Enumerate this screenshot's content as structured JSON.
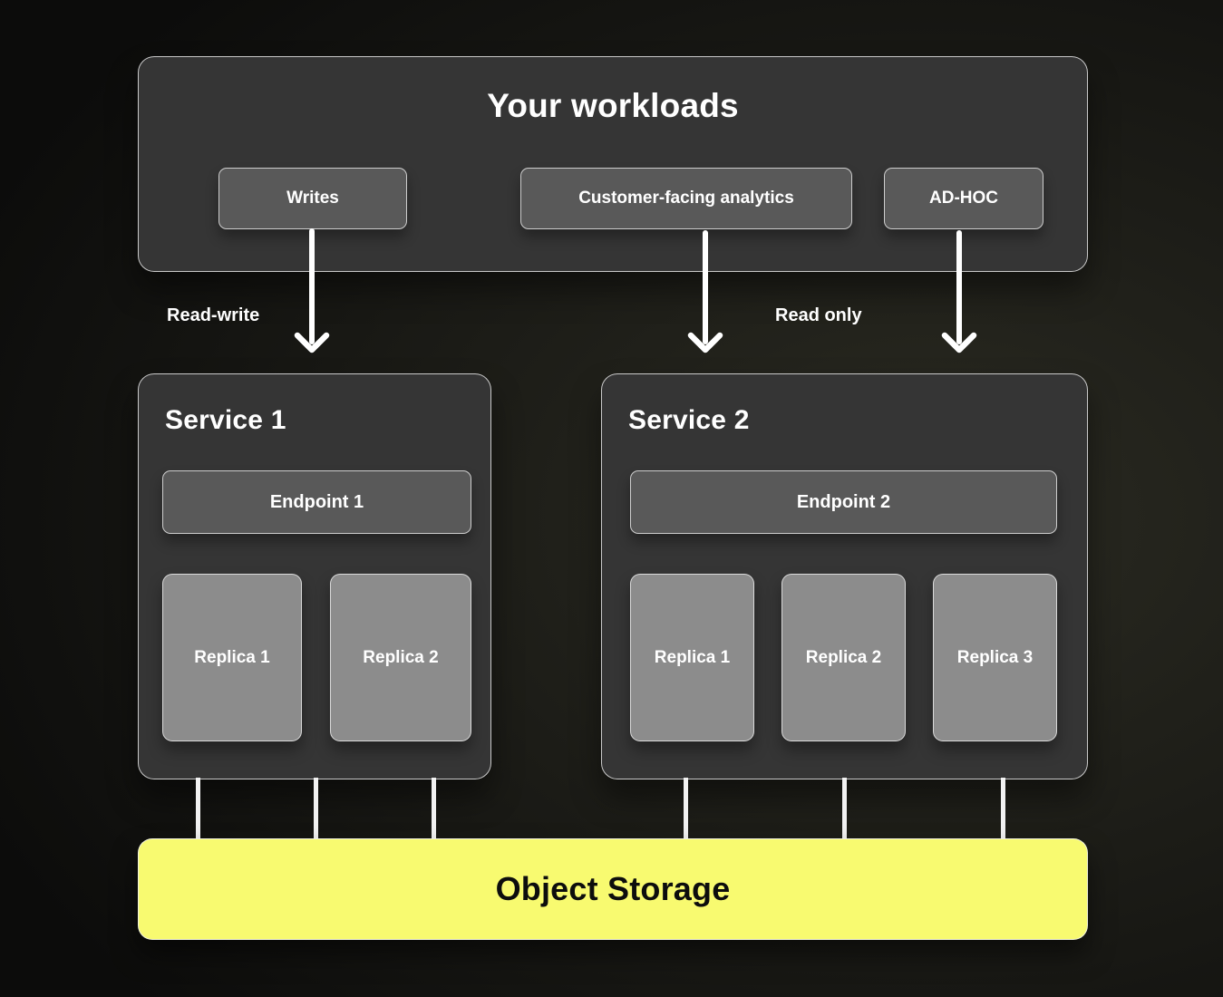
{
  "workloads": {
    "title": "Your workloads",
    "items": [
      {
        "label": "Writes"
      },
      {
        "label": "Customer-facing analytics"
      },
      {
        "label": "AD-HOC"
      }
    ]
  },
  "flow_labels": {
    "read_write": "Read-write",
    "read_only": "Read only"
  },
  "services": [
    {
      "title": "Service 1",
      "endpoint": "Endpoint 1",
      "replicas": [
        "Replica 1",
        "Replica 2"
      ]
    },
    {
      "title": "Service 2",
      "endpoint": "Endpoint 2",
      "replicas": [
        "Replica 1",
        "Replica 2",
        "Replica 3"
      ]
    }
  ],
  "storage": {
    "label": "Object Storage"
  },
  "colors": {
    "accent_yellow": "#f8fa70",
    "panel_gray": "#353535",
    "chip_gray": "#595959",
    "replica_gray": "#8c8c8c",
    "line_white": "#ffffff",
    "background_dark": "#0c0c0b"
  }
}
